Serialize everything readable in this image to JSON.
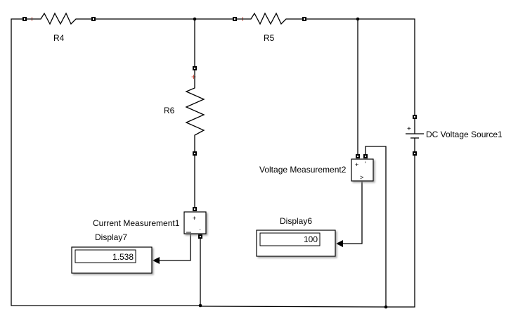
{
  "diagram": {
    "type": "simulink-circuit",
    "blocks": [
      {
        "id": "R4",
        "kind": "resistor",
        "label": "R4",
        "orientation": "horizontal"
      },
      {
        "id": "R5",
        "kind": "resistor",
        "label": "R5",
        "orientation": "horizontal"
      },
      {
        "id": "R6",
        "kind": "resistor",
        "label": "R6",
        "orientation": "vertical"
      },
      {
        "id": "DC",
        "kind": "dc-voltage-source",
        "label": "DC Voltage Source1",
        "plus_sign": "+"
      },
      {
        "id": "VM",
        "kind": "voltage-measurement",
        "label": "Voltage Measurement2",
        "plus_sign": "+",
        "minus_sign": "'",
        "out_sign": ">"
      },
      {
        "id": "CM",
        "kind": "current-measurement",
        "label": "Current Measurement1",
        "plus_sign": "+",
        "minus_sign": "—",
        "out_sign": "'"
      },
      {
        "id": "D6",
        "kind": "display",
        "label": "Display6",
        "value": "100"
      },
      {
        "id": "D7",
        "kind": "display",
        "label": "Display7",
        "value": "1.538"
      }
    ],
    "connections": [
      [
        "R4.+",
        "left-rail"
      ],
      [
        "R4.-",
        "node-top-1"
      ],
      [
        "node-top-1",
        "R5.+"
      ],
      [
        "node-top-1",
        "R6.+"
      ],
      [
        "R5.-",
        "node-top-2"
      ],
      [
        "node-top-2",
        "DC.+"
      ],
      [
        "node-top-2",
        "VM.+"
      ],
      [
        "R6.-",
        "CM.+"
      ],
      [
        "CM.-",
        "node-bottom-1"
      ],
      [
        "VM.-",
        "node-bottom-2"
      ],
      [
        "DC.-",
        "node-bottom-2"
      ],
      [
        "node-bottom-1",
        "left-rail"
      ],
      [
        "node-bottom-1",
        "node-bottom-2"
      ],
      [
        "CM.out",
        "D7.in"
      ],
      [
        "VM.out",
        "D6.in"
      ]
    ],
    "resistor_polarity_mark": "+"
  }
}
